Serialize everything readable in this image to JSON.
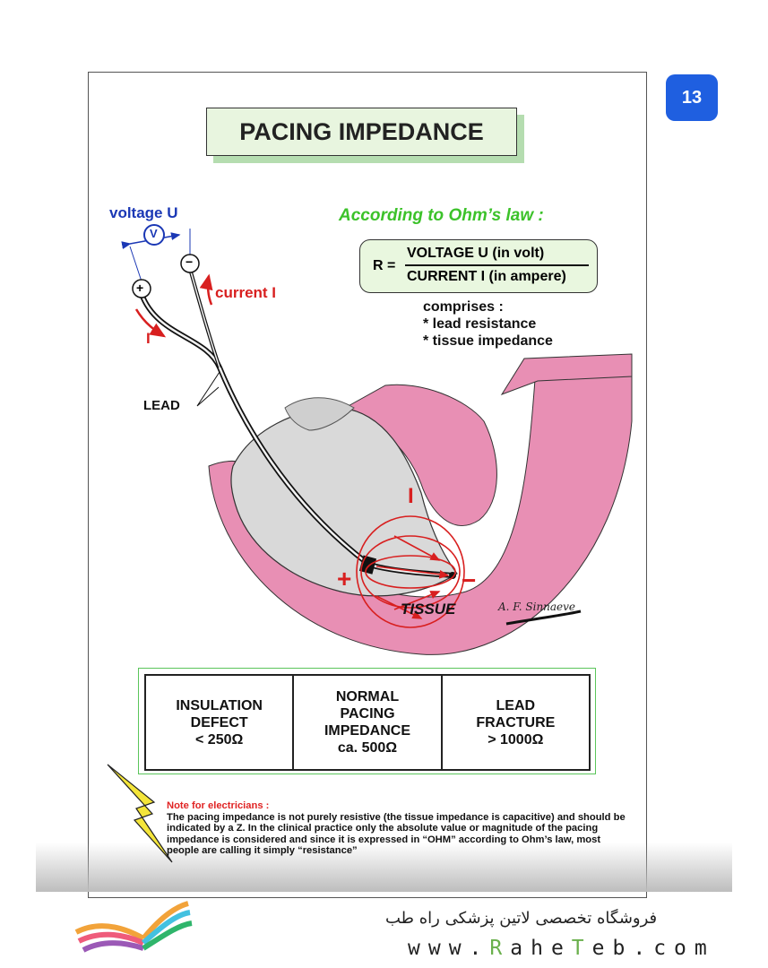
{
  "page_number": "13",
  "title": "PACING IMPEDANCE",
  "ohm_law": {
    "heading": "According to Ohm’s law :",
    "formula_lhs": "R =",
    "numerator": "VOLTAGE U (in volt)",
    "denominator": "CURRENT I (in ampere)",
    "comprises": [
      "comprises :",
      "* lead resistance",
      "* tissue impedance"
    ]
  },
  "diagram": {
    "voltage_label": "voltage U",
    "voltmeter_symbol": "V",
    "plus_terminal": "+",
    "minus_terminal": "−",
    "current_label": "current I",
    "current_symbol": "I",
    "lead_label": "LEAD",
    "tissue_label": "TISSUE",
    "field_current_symbol": "I",
    "electrode_plus": "+",
    "electrode_minus": "−",
    "signature": "A. F. Sinnaeve"
  },
  "impedance_table": [
    {
      "lines": [
        "INSULATION",
        "DEFECT",
        "< 250Ω"
      ]
    },
    {
      "lines": [
        "NORMAL",
        "PACING",
        "IMPEDANCE",
        "ca. 500Ω"
      ]
    },
    {
      "lines": [
        "LEAD",
        "FRACTURE",
        "> 1000Ω"
      ]
    }
  ],
  "note": {
    "title": "Note for electricians :",
    "body": "The pacing impedance is not purely resistive (the tissue impedance is capacitive) and should be indicated by a Z. In the clinical practice only the absolute value or magnitude of the pacing impedance is considered and since it is expressed in “OHM” according to Ohm’s law, most people are calling it simply “resistance”"
  },
  "footer": {
    "shop_name": "فروشگاه تخصصی لاتین پزشکی  راه طب",
    "url_parts": [
      "www.",
      "R",
      "ahe",
      "T",
      "eb.com"
    ]
  },
  "colors": {
    "accent_blue": "#1f5fe0",
    "title_green": "#3cc22a",
    "current_red": "#d81f1f",
    "tissue_pink": "#e88fb4"
  },
  "icons": [
    "book-logo-icon",
    "lightning-bolt-icon"
  ]
}
